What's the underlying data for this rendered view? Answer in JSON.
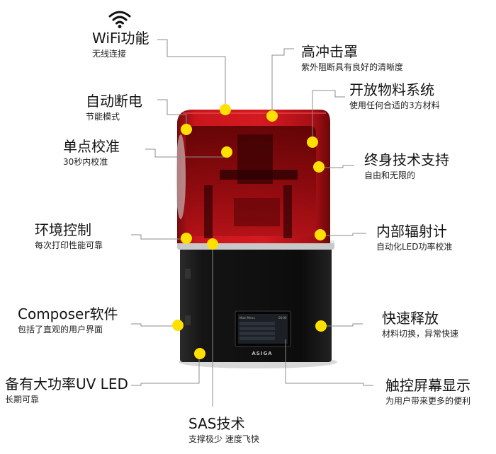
{
  "colors": {
    "dot": "#ffe000",
    "lid": "#c4141a",
    "body": "#111111",
    "line": "#8c8c8c"
  },
  "icon": "wifi-icon",
  "brand": "ASIGA",
  "screen": {
    "title": "Main Menu",
    "status": "00:00"
  },
  "features": {
    "wifi": {
      "title": "WiFi功能",
      "sub": "无线连接"
    },
    "shield": {
      "title": "高冲击罩",
      "sub": "紫外阻断具有良好的清晰度"
    },
    "autooff": {
      "title": "自动断电",
      "sub": "节能模式"
    },
    "open": {
      "title": "开放物料系统",
      "sub": "使用任何合适的3方材料"
    },
    "calib": {
      "title": "单点校准",
      "sub": "30秒内校准"
    },
    "support": {
      "title": "终身技术支持",
      "sub": "自由和无限的"
    },
    "env": {
      "title": "环境控制",
      "sub": "每次打印性能可靠"
    },
    "radio": {
      "title": "内部辐射计",
      "sub": "自动化LED功率校准"
    },
    "composer": {
      "title": "Composer软件",
      "sub": "包括了直观的用户界面"
    },
    "release": {
      "title": "快速释放",
      "sub": "材料切换，异常快速"
    },
    "uvled": {
      "title": "备有大功率UV LED",
      "sub": "长期可靠"
    },
    "touch": {
      "title": "触控屏幕显示",
      "sub": "为用户带来更多的便利"
    },
    "sas": {
      "title": "SAS技术",
      "sub": "支撑极少 速度飞快"
    }
  }
}
